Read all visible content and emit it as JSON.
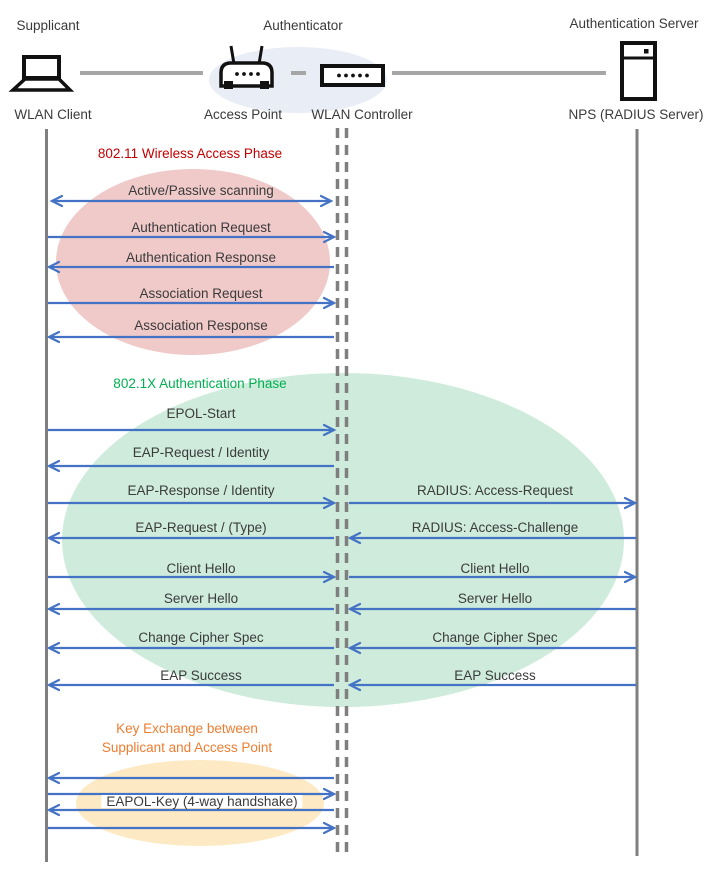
{
  "diagram": {
    "roles": {
      "supplicant": "Supplicant",
      "authenticator": "Authenticator",
      "auth_server": "Authentication Server"
    },
    "devices": {
      "wlan_client": "WLAN Client",
      "access_point": "Access Point",
      "wlan_controller": "WLAN Controller",
      "nps": "NPS (RADIUS Server)"
    },
    "icons": [
      "laptop-icon",
      "access-point-icon",
      "wlan-controller-icon",
      "server-icon"
    ],
    "phases": {
      "p1": {
        "title": "802.11 Wireless Access Phase",
        "title_color": "#C00000",
        "ellipse_color": "#F0C9C9"
      },
      "p2": {
        "title": "802.1X Authentication Phase",
        "title_color": "#00B050",
        "ellipse_color": "#CEEBDC"
      },
      "p3": {
        "title_line1": "Key Exchange between",
        "title_line2": "Supplicant and Access Point",
        "title_color": "#ED7D31",
        "ellipse_color": "#FDEAC4",
        "key_label": "EAPOL-Key (4-way handshake)"
      }
    },
    "messages_p1": [
      {
        "label": "Active/Passive scanning",
        "direction": "both"
      },
      {
        "label": "Authentication Request",
        "direction": "right"
      },
      {
        "label": "Authentication Response",
        "direction": "left"
      },
      {
        "label": "Association Request",
        "direction": "right"
      },
      {
        "label": "Association Response",
        "direction": "left"
      }
    ],
    "messages_p2_left": [
      {
        "label": "EPOL-Start",
        "direction": "right"
      },
      {
        "label": "EAP-Request / Identity",
        "direction": "left"
      },
      {
        "label": "EAP-Response / Identity",
        "direction": "right"
      },
      {
        "label": "EAP-Request / (Type)",
        "direction": "left"
      },
      {
        "label": "Client Hello",
        "direction": "right"
      },
      {
        "label": "Server Hello",
        "direction": "left"
      },
      {
        "label": "Change Cipher Spec",
        "direction": "left"
      },
      {
        "label": "EAP Success",
        "direction": "left"
      }
    ],
    "messages_p2_right": [
      {
        "label": "RADIUS: Access-Request",
        "direction": "right"
      },
      {
        "label": "RADIUS: Access-Challenge",
        "direction": "left"
      },
      {
        "label": "Client Hello",
        "direction": "right"
      },
      {
        "label": "Server Hello",
        "direction": "left"
      },
      {
        "label": "Change Cipher Spec",
        "direction": "left"
      },
      {
        "label": "EAP Success",
        "direction": "left"
      }
    ],
    "colors": {
      "arrow": "#4472C4",
      "lifeline": "#7F7F7F",
      "connector": "#A6A6A6",
      "hub_ellipse": "#E9EDF6",
      "text": "#3B3B3B"
    }
  }
}
